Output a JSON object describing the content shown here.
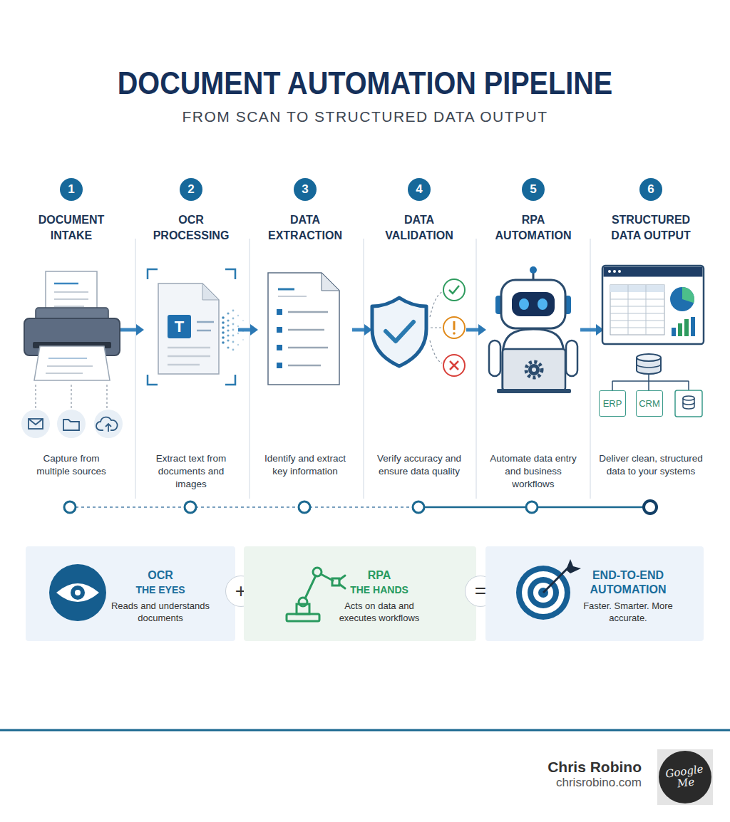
{
  "diagram": {
    "title": "DOCUMENT AUTOMATION PIPELINE",
    "nodes": [
      {
        "text": [
          "DOCUMENT INTAKE",
          "Capture from multiple sources"
        ]
      },
      {
        "text": [
          "1"
        ],
        "in": 0
      },
      {
        "text": [
          "OCR PROCESSING",
          "Extract text from documents and images"
        ]
      },
      {
        "text": [
          "2"
        ],
        "in": 2
      },
      {
        "text": [
          "DATA EXTRACTION",
          "Identify and extract key information"
        ]
      },
      {
        "text": [
          "3"
        ],
        "in": 4
      },
      {
        "text": [
          "DATA VALIDATION",
          "Verify accuracy and ensure data quality"
        ]
      },
      {
        "text": [
          "4"
        ],
        "in": 6
      },
      {
        "text": [
          "RPA AUTOMATION",
          "Automate data entry and business workflows"
        ]
      },
      {
        "text": [
          "5"
        ],
        "in": 8
      },
      {
        "text": [
          "STRUCTURED DATA OUTPUT",
          "Deliver clean, structured data to your systems"
        ]
      },
      {
        "text": [
          "6"
        ],
        "in": 10
      },
      {
        "text": [
          "ERP"
        ],
        "in": 10
      },
      {
        "text": [
          "CRM"
        ],
        "in": 10
      },
      {
        "text": [
          "OCR",
          "THE EYES",
          "Reads and understands documents"
        ]
      },
      {
        "text": [
          "+"
        ]
      },
      {
        "text": [
          "RPA",
          "THE HANDS",
          "Acts on data and executes workflows"
        ]
      },
      {
        "text": [
          "="
        ]
      },
      {
        "text": [
          "END-TO-END AUTOMATION",
          "Faster. Smarter. More accurate."
        ]
      },
      {
        "text": [
          "Google Me"
        ]
      }
    ],
    "edges": [
      {
        "from": 0,
        "to": 2,
        "arrow": "to"
      },
      {
        "from": 2,
        "to": 4,
        "arrow": "to"
      },
      {
        "from": 4,
        "to": 6,
        "arrow": "to"
      },
      {
        "from": 6,
        "to": 8,
        "arrow": "to"
      },
      {
        "from": 8,
        "to": 10,
        "arrow": "to"
      }
    ],
    "labels": [
      "FROM SCAN TO STRUCTURED DATA OUTPUT",
      "T",
      "Chris Robino",
      "chrisrobino.com"
    ]
  }
}
